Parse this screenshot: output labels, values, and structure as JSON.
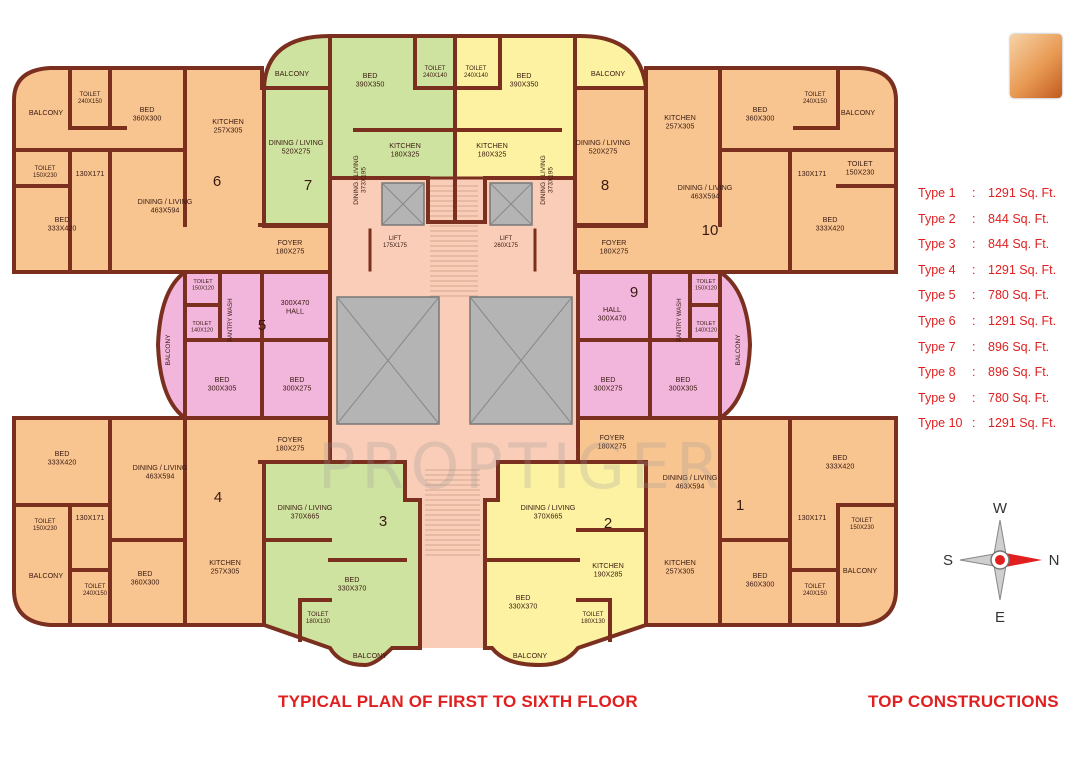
{
  "title": "TYPICAL PLAN OF FIRST TO SIXTH FLOOR",
  "builder": "TOP CONSTRUCTIONS",
  "watermark": "PROPTIGER",
  "compass": {
    "north": "N",
    "south": "S",
    "east": "E",
    "west": "W"
  },
  "colors": {
    "orange": "#f8c590",
    "green": "#cfe3a0",
    "yellow": "#fcf2a2",
    "pink": "#f2b6dc",
    "core": "#f9cdb7",
    "lift_gray": "#b4b4b4",
    "wall": "#7a2f1f",
    "accent_red": "#e02020"
  },
  "legend": [
    {
      "type": "Type 1",
      "area": "1291 Sq. Ft."
    },
    {
      "type": "Type 2",
      "area": "844 Sq. Ft."
    },
    {
      "type": "Type 3",
      "area": "844 Sq. Ft."
    },
    {
      "type": "Type 4",
      "area": "1291 Sq. Ft."
    },
    {
      "type": "Type 5",
      "area": "780 Sq. Ft."
    },
    {
      "type": "Type 6",
      "area": "1291 Sq. Ft."
    },
    {
      "type": "Type 7",
      "area": "896 Sq. Ft."
    },
    {
      "type": "Type 8",
      "area": "896 Sq. Ft."
    },
    {
      "type": "Type 9",
      "area": "780 Sq. Ft."
    },
    {
      "type": "Type 10",
      "area": "1291 Sq. Ft."
    }
  ],
  "units": {
    "u1": {
      "number": "1",
      "foyer": [
        "FOYER",
        "180X275"
      ],
      "dining": [
        "DINING / LIVING",
        "463X594"
      ],
      "bed1": [
        "BED",
        "333X420"
      ],
      "toilet1": [
        "TOILET",
        "150X230"
      ],
      "passage": "130X171",
      "kitchen": [
        "KITCHEN",
        "257X305"
      ],
      "bed2": [
        "BED",
        "360X300"
      ],
      "toilet2": [
        "TOILET",
        "240X150"
      ],
      "balcony": "BALCONY"
    },
    "u2": {
      "number": "2",
      "dining": [
        "DINING / LIVING",
        "370X665"
      ],
      "kitchen": [
        "KITCHEN",
        "190X285"
      ],
      "bed": [
        "BED",
        "330X370"
      ],
      "toilet": [
        "TOILET",
        "180X130"
      ],
      "balcony": "BALCONY"
    },
    "u3": {
      "number": "3",
      "dining": [
        "DINING / LIVING",
        "370X665"
      ],
      "bed": [
        "BED",
        "330X370"
      ],
      "toilet": [
        "TOILET",
        "180X130"
      ],
      "balcony": "BALCONY"
    },
    "u4": {
      "number": "4",
      "foyer": [
        "FOYER",
        "180X275"
      ],
      "dining": [
        "DINING / LIVING",
        "463X594"
      ],
      "bed1": [
        "BED",
        "333X420"
      ],
      "toilet1": [
        "TOILET",
        "150X230"
      ],
      "passage": "130X171",
      "kitchen": [
        "KITCHEN",
        "257X305"
      ],
      "bed2": [
        "BED",
        "360X300"
      ],
      "toilet2": [
        "TOILET",
        "240X150"
      ],
      "balcony": "BALCONY"
    },
    "u5": {
      "number": "5",
      "hall": [
        "300X470",
        "HALL"
      ],
      "toilet1": [
        "TOILET",
        "150X120"
      ],
      "toilet2": [
        "TOILET",
        "140X120"
      ],
      "pantry": "PANTRY WASH",
      "bed1": [
        "BED",
        "300X305"
      ],
      "bed2": [
        "BED",
        "300X275"
      ],
      "balcony": "BALCONY"
    },
    "u6": {
      "number": "6",
      "balcony": "BALCONY",
      "toilet1": [
        "TOILET",
        "240X150"
      ],
      "bed1": [
        "BED",
        "360X300"
      ],
      "kitchen": [
        "KITCHEN",
        "257X305"
      ],
      "toilet2": [
        "TOILET",
        "150X230"
      ],
      "passage": "130X171",
      "bed2": [
        "BED",
        "333X420"
      ],
      "dining": [
        "DINING / LIVING",
        "463X594"
      ],
      "foyer": [
        "FOYER",
        "180X275"
      ]
    },
    "u7": {
      "number": "7",
      "balcony": "BALCONY",
      "bed": [
        "BED",
        "390X350"
      ],
      "toilet": [
        "TOILET",
        "240X140"
      ],
      "kitchen": [
        "KITCHEN",
        "180X325"
      ],
      "dining": [
        "DINING / LIVING",
        "520X275"
      ],
      "dining_v": [
        "DINING / LIVING",
        "373X195"
      ]
    },
    "u8": {
      "number": "8",
      "toilet": [
        "TOILET",
        "240X140"
      ],
      "bed": [
        "BED",
        "390X350"
      ],
      "balcony": "BALCONY",
      "kitchen": [
        "KITCHEN",
        "180X325"
      ],
      "dining": [
        "DINING / LIVING",
        "520X275"
      ],
      "dining_v": [
        "DINING / LIVING",
        "373X195"
      ]
    },
    "u9": {
      "number": "9",
      "hall": [
        "HALL",
        "300X470"
      ],
      "toilet1": [
        "TOILET",
        "150X120"
      ],
      "toilet2": [
        "TOILET",
        "140X120"
      ],
      "pantry": "PANTRY WASH",
      "bed1": [
        "BED",
        "300X275"
      ],
      "bed2": [
        "BED",
        "300X305"
      ],
      "balcony": "BALCONY"
    },
    "u10": {
      "number": "10",
      "kitchen": [
        "KITCHEN",
        "257X305"
      ],
      "bed1": [
        "BED",
        "360X300"
      ],
      "toilet1": [
        "TOILET",
        "240X150"
      ],
      "balcony": "BALCONY",
      "dining": [
        "DINING / LIVING",
        "463X594"
      ],
      "passage": "130X171",
      "toilet2": [
        "TOILET",
        "150X230"
      ],
      "bed2": [
        "BED",
        "333X420"
      ],
      "foyer": [
        "FOYER",
        "180X275"
      ]
    }
  },
  "core": {
    "lift1": [
      "LIFT",
      "175X175"
    ],
    "lift2": [
      "LIFT",
      "260X175"
    ]
  }
}
